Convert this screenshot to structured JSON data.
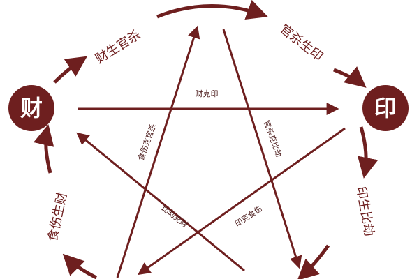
{
  "diagram": {
    "accent_color": "#6e1f1f",
    "nodes": {
      "cai": "财",
      "yin": "印"
    },
    "cycle_labels": {
      "top_left": "财生官杀",
      "top_right": "官杀生印",
      "right_bottom": "印生比劫",
      "left_bottom": "食伤生财"
    },
    "star_labels": {
      "horizontal": "财克印",
      "left_diagonal": "食伤克官杀",
      "right_diagonal": "官杀克比劫",
      "lower_left": "比劫克财",
      "lower_right": "印克食伤"
    }
  }
}
